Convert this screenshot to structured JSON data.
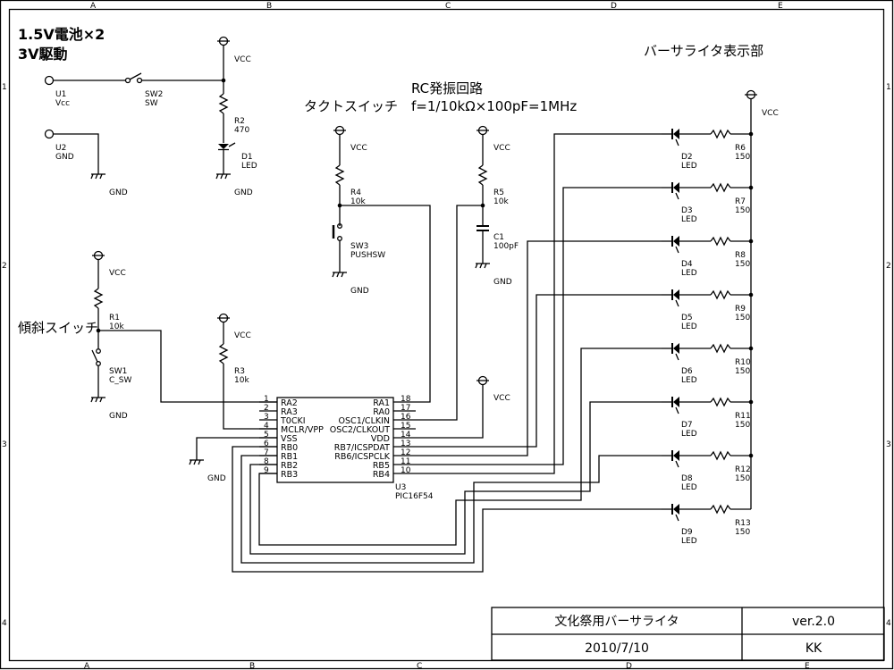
{
  "sheet": {
    "columns": [
      "A",
      "B",
      "C",
      "D",
      "E"
    ],
    "rows": [
      "1",
      "2",
      "3",
      "4"
    ]
  },
  "notes": {
    "power_line1": "1.5V電池×2",
    "power_line2": "3V駆動",
    "tact_switch": "タクトスイッチ",
    "rc_title": "RC発振回路",
    "rc_formula": "f=1/10kΩ×100pF=1MHz",
    "tilt_switch": "傾斜スイッチ",
    "display_title": "バーサライタ表示部"
  },
  "net": {
    "vcc": "VCC",
    "gnd": "GND"
  },
  "components": {
    "u1": {
      "ref": "U1",
      "value": "Vcc"
    },
    "u2": {
      "ref": "U2",
      "value": "GND"
    },
    "sw2": {
      "ref": "SW2",
      "value": "SW"
    },
    "r2": {
      "ref": "R2",
      "value": "470"
    },
    "d1": {
      "ref": "D1",
      "value": "LED"
    },
    "r4": {
      "ref": "R4",
      "value": "10k"
    },
    "sw3": {
      "ref": "SW3",
      "value": "PUSHSW"
    },
    "r5": {
      "ref": "R5",
      "value": "10k"
    },
    "c1": {
      "ref": "C1",
      "value": "100pF"
    },
    "r1": {
      "ref": "R1",
      "value": "10k"
    },
    "sw1": {
      "ref": "SW1",
      "value": "C_SW"
    },
    "r3": {
      "ref": "R3",
      "value": "10k"
    },
    "u3": {
      "ref": "U3",
      "value": "PIC16F54"
    }
  },
  "ic": {
    "left_pins": [
      {
        "num": "1",
        "name": "RA2"
      },
      {
        "num": "2",
        "name": "RA3"
      },
      {
        "num": "3",
        "name": "T0CKI"
      },
      {
        "num": "4",
        "name": "MCLR/VPP"
      },
      {
        "num": "5",
        "name": "VSS"
      },
      {
        "num": "6",
        "name": "RB0"
      },
      {
        "num": "7",
        "name": "RB1"
      },
      {
        "num": "8",
        "name": "RB2"
      },
      {
        "num": "9",
        "name": "RB3"
      }
    ],
    "right_pins": [
      {
        "num": "18",
        "name": "RA1"
      },
      {
        "num": "17",
        "name": "RA0"
      },
      {
        "num": "16",
        "name": "OSC1/CLKIN"
      },
      {
        "num": "15",
        "name": "OSC2/CLKOUT"
      },
      {
        "num": "14",
        "name": "VDD"
      },
      {
        "num": "13",
        "name": "RB7/ICSPDAT"
      },
      {
        "num": "12",
        "name": "RB6/ICSPCLK"
      },
      {
        "num": "11",
        "name": "RB5"
      },
      {
        "num": "10",
        "name": "RB4"
      }
    ]
  },
  "led_rows": [
    {
      "led": "D2",
      "led_value": "LED",
      "res": "R6",
      "res_value": "150"
    },
    {
      "led": "D3",
      "led_value": "LED",
      "res": "R7",
      "res_value": "150"
    },
    {
      "led": "D4",
      "led_value": "LED",
      "res": "R8",
      "res_value": "150"
    },
    {
      "led": "D5",
      "led_value": "LED",
      "res": "R9",
      "res_value": "150"
    },
    {
      "led": "D6",
      "led_value": "LED",
      "res": "R10",
      "res_value": "150"
    },
    {
      "led": "D7",
      "led_value": "LED",
      "res": "R11",
      "res_value": "150"
    },
    {
      "led": "D8",
      "led_value": "LED",
      "res": "R12",
      "res_value": "150"
    },
    {
      "led": "D9",
      "led_value": "LED",
      "res": "R13",
      "res_value": "150"
    }
  ],
  "title_block": {
    "title": "文化祭用バーサライタ",
    "version": "ver.2.0",
    "date": "2010/7/10",
    "author": "KK"
  }
}
